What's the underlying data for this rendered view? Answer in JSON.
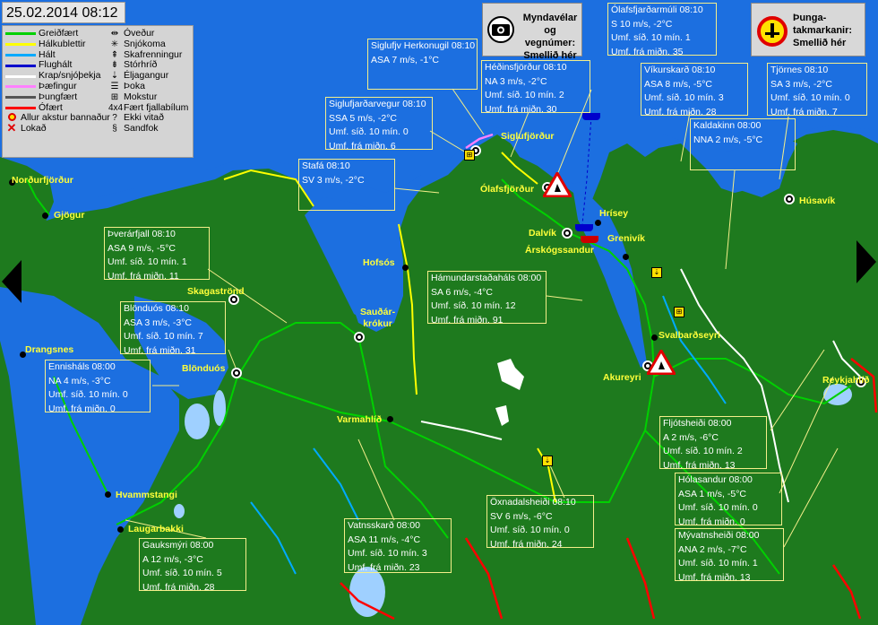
{
  "timestamp": "25.02.2014 08:12",
  "legend": {
    "lines": [
      {
        "label": "Greiðfært",
        "color": "#00d000"
      },
      {
        "label": "Hálkublettir",
        "color": "#ffff00"
      },
      {
        "label": "Hált",
        "color": "#00aaff"
      },
      {
        "label": "Flughált",
        "color": "#0000cc"
      },
      {
        "label": "Krap/snjóþekja",
        "color": "#ffffff"
      },
      {
        "label": "Þæfingur",
        "color": "#ff80ff"
      },
      {
        "label": "Þungfært",
        "color": "#555555"
      },
      {
        "label": "Ófært",
        "color": "#ff0000"
      }
    ],
    "extra": [
      {
        "label": "Allur akstur bannaður",
        "icon": "ring-icon"
      },
      {
        "label": "Lokað",
        "icon": "cross-icon"
      }
    ],
    "icons": [
      {
        "label": "Óveður",
        "glyph": "⇹"
      },
      {
        "label": "Snjókoma",
        "glyph": "✳"
      },
      {
        "label": "Skafrenningur",
        "glyph": "⇞"
      },
      {
        "label": "Stórhríð",
        "glyph": "⇟"
      },
      {
        "label": "Éljagangur",
        "glyph": "⇣"
      },
      {
        "label": "Þoka",
        "glyph": "☰"
      },
      {
        "label": "Mokstur",
        "glyph": "⊞"
      },
      {
        "label": "Fært fjallabílum",
        "glyph": "4x4"
      },
      {
        "label": "Ekki vitað",
        "glyph": "?"
      },
      {
        "label": "Sandfok",
        "glyph": "§"
      }
    ]
  },
  "camera_panel": {
    "line1": "Myndavélar",
    "line2": "og vegnúmer:",
    "line3": "Smellið hér"
  },
  "weight_panel": {
    "line1": "Þunga-",
    "line2": "takmarkanir:",
    "line3": "Smellið hér"
  },
  "stations": [
    {
      "id": "siglufjv-herkonugil",
      "lines": [
        "Siglufjv Herkonugil 08:10",
        "ASA 7 m/s, -1°C"
      ]
    },
    {
      "id": "olafsfjardarmuli",
      "lines": [
        "Ólafsfjarðarmúli 08:10",
        "S 10 m/s, -2°C",
        "Umf. síð. 10 mín. 1",
        "Umf. frá miðn. 35"
      ]
    },
    {
      "id": "hedinsfjordur",
      "lines": [
        "Héðinsfjörður 08:10",
        "NA 3 m/s, -2°C",
        "Umf. síð. 10 mín. 2",
        "Umf. frá miðn. 30"
      ]
    },
    {
      "id": "vikurskard",
      "lines": [
        "Víkurskarð 08:10",
        "ASA 8 m/s, -5°C",
        "Umf. síð. 10 mín. 3",
        "Umf. frá miðn. 28"
      ]
    },
    {
      "id": "tjornes",
      "lines": [
        "Tjörnes 08:10",
        "SA 3 m/s, -2°C",
        "Umf. síð. 10 mín. 0",
        "Umf. frá miðn. 7"
      ]
    },
    {
      "id": "siglufjardarvegur",
      "lines": [
        "Siglufjarðarvegur 08:10",
        "SSA 5 m/s, -2°C",
        "Umf. síð. 10 mín. 0",
        "Umf. frá miðn. 6"
      ]
    },
    {
      "id": "kaldakinn",
      "lines": [
        "Kaldakinn 08:00",
        "NNA 2 m/s, -5°C"
      ]
    },
    {
      "id": "stafa",
      "lines": [
        "Stafá 08:10",
        "SV 3 m/s, -2°C"
      ]
    },
    {
      "id": "thverarfjall",
      "lines": [
        "Þverárfjall 08:10",
        "ASA 9 m/s, -5°C",
        "Umf. síð. 10 mín. 1",
        "Umf. frá miðn. 11"
      ]
    },
    {
      "id": "hamundarstadahals",
      "lines": [
        "Hámundarstaðaháls 08:00",
        "SA 6 m/s, -4°C",
        "Umf. síð. 10 mín. 12",
        "Umf. frá miðn. 91"
      ]
    },
    {
      "id": "blonduos-st",
      "lines": [
        "Blönduós 08:10",
        "ASA 3 m/s, -3°C",
        "Umf. síð. 10 mín. 7",
        "Umf. frá miðn. 31"
      ]
    },
    {
      "id": "ennishals",
      "lines": [
        "Ennisháls 08:00",
        "NA 4 m/s, -3°C",
        "Umf. síð. 10 mín. 0",
        "Umf. frá miðn. 0"
      ]
    },
    {
      "id": "fljotsheidi",
      "lines": [
        "Fljótsheiði 08:00",
        "A 2 m/s, -6°C",
        "Umf. síð. 10 mín. 2",
        "Umf. frá miðn. 13"
      ]
    },
    {
      "id": "holasandur",
      "lines": [
        "Hólasandur 08:00",
        "ASA 1 m/s, -5°C",
        "Umf. síð. 10 mín. 0",
        "Umf. frá miðn. 0"
      ]
    },
    {
      "id": "oxnadalsheidi",
      "lines": [
        "Öxnadalsheiði 08:10",
        "SV 6 m/s, -6°C",
        "Umf. síð. 10 mín. 0",
        "Umf. frá miðn. 24"
      ]
    },
    {
      "id": "myvatnsheidi",
      "lines": [
        "Mývatnsheiði 08:00",
        "ANA 2 m/s, -7°C",
        "Umf. síð. 10 mín. 1",
        "Umf. frá miðn. 13"
      ]
    },
    {
      "id": "vatnsskard",
      "lines": [
        "Vatnsskarð 08:00",
        "ASA 11 m/s, -4°C",
        "Umf. síð. 10 mín. 3",
        "Umf. frá miðn. 23"
      ]
    },
    {
      "id": "gauksmyri",
      "lines": [
        "Gauksmýri 08:00",
        "A 12 m/s, -3°C",
        "Umf. síð. 10 mín. 5",
        "Umf. frá miðn. 28"
      ]
    }
  ],
  "towns": [
    {
      "id": "nordurfjordur",
      "label": "Norðurfjörður"
    },
    {
      "id": "gjogur",
      "label": "Gjögur"
    },
    {
      "id": "siglufjordur",
      "label": "Siglufjörður"
    },
    {
      "id": "olafsfjordur",
      "label": "Ólafsfjörður"
    },
    {
      "id": "hrisey",
      "label": "Hrísey"
    },
    {
      "id": "dalvik",
      "label": "Dalvík"
    },
    {
      "id": "arskogssandur",
      "label": "Árskógssandur"
    },
    {
      "id": "grenivik",
      "label": "Grenivík"
    },
    {
      "id": "husavik",
      "label": "Húsavík"
    },
    {
      "id": "hofsos",
      "label": "Hofsós"
    },
    {
      "id": "skagastrond",
      "label": "Skagaströnd"
    },
    {
      "id": "saudarkrokur",
      "label": "Sauðár-\nkrókur"
    },
    {
      "id": "svalbardseyri",
      "label": "Svalbarðseyri"
    },
    {
      "id": "drangsnes",
      "label": "Drangsnes"
    },
    {
      "id": "blonduos",
      "label": "Blönduós"
    },
    {
      "id": "akureyri",
      "label": "Akureyri"
    },
    {
      "id": "reykjahlid",
      "label": "Reykjahlíð"
    },
    {
      "id": "varmahlid",
      "label": "Varmahlíð"
    },
    {
      "id": "hvammstangi",
      "label": "Hvammstangi"
    },
    {
      "id": "laugarbakki",
      "label": "Laugarbakki"
    }
  ],
  "colors": {
    "sea": "#1c6fe0",
    "land": "#1e7a1e",
    "label": "#ffff3a",
    "box_border": "#f4ee8a"
  }
}
